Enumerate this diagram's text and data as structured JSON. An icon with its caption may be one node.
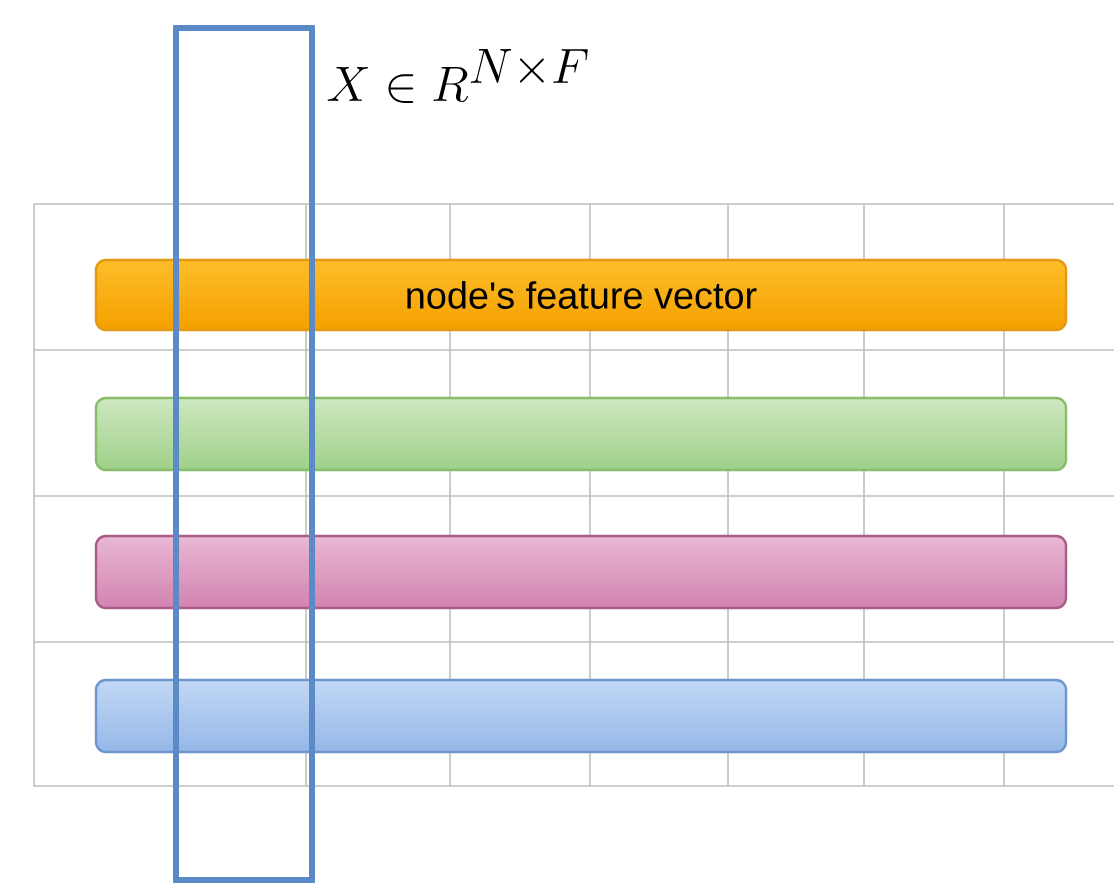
{
  "diagram": {
    "title": "X \\in R^{N\\times F}",
    "nodes": [
      {
        "text": [
          "node's feature vector"
        ]
      },
      {
        "text": [],
        "shape": "bar"
      },
      {
        "text": [],
        "shape": "bar"
      },
      {
        "text": [],
        "shape": "bar"
      },
      {
        "text": [],
        "shape": "box"
      }
    ]
  }
}
